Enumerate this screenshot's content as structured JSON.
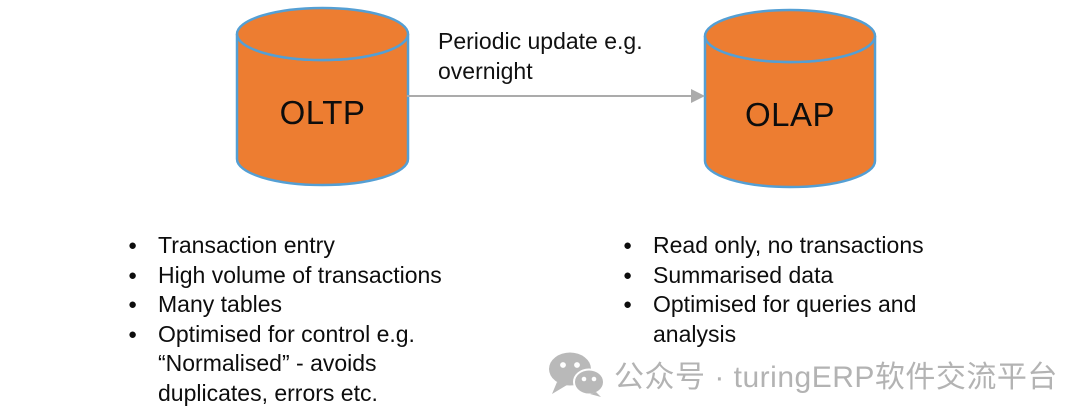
{
  "diagram": {
    "bullet_char": "●",
    "arrow": {
      "label": "Periodic update e.g.\novernight",
      "direction": "left-to-right"
    },
    "nodes": [
      {
        "id": "oltp",
        "label": "OLTP",
        "shape": "database-cylinder"
      },
      {
        "id": "olap",
        "label": "OLAP",
        "shape": "database-cylinder"
      }
    ],
    "oltp_points": [
      "Transaction entry",
      "High volume of transactions",
      "Many tables",
      "Optimised for control e.g.\n“Normalised” - avoids\nduplicates, errors etc."
    ],
    "olap_points": [
      "Read only, no transactions",
      "Summarised data",
      "Optimised for queries and\nanalysis"
    ],
    "colors": {
      "cylinder_fill": "#ED7D31",
      "cylinder_stroke": "#549FD4",
      "arrow": "#ABABAB",
      "text": "#0d0d0d",
      "watermark": "#b3b3b3"
    }
  },
  "watermark": {
    "icon": "wechat-icon",
    "text": "公众号 · turingERP软件交流平台"
  }
}
